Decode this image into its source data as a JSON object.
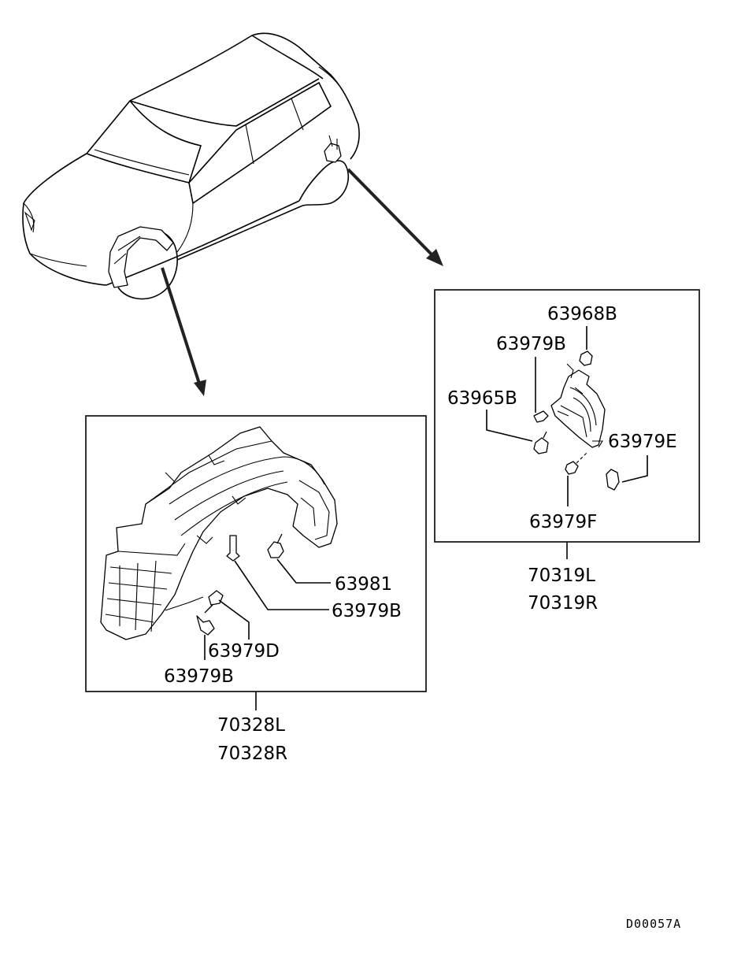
{
  "front_box": {
    "assembly_left": "70328L",
    "assembly_right": "70328R",
    "parts": {
      "screw": "63981",
      "clip_b_top": "63979B",
      "clip_d": "63979D",
      "clip_b_bottom": "63979B"
    }
  },
  "rear_box": {
    "assembly_left": "70319L",
    "assembly_right": "70319R",
    "parts": {
      "nut": "63968B",
      "clip_b": "63979B",
      "screw": "63965B",
      "clip_e": "63979E",
      "clip_f": "63979F"
    }
  },
  "diagram_code": "D00057A"
}
